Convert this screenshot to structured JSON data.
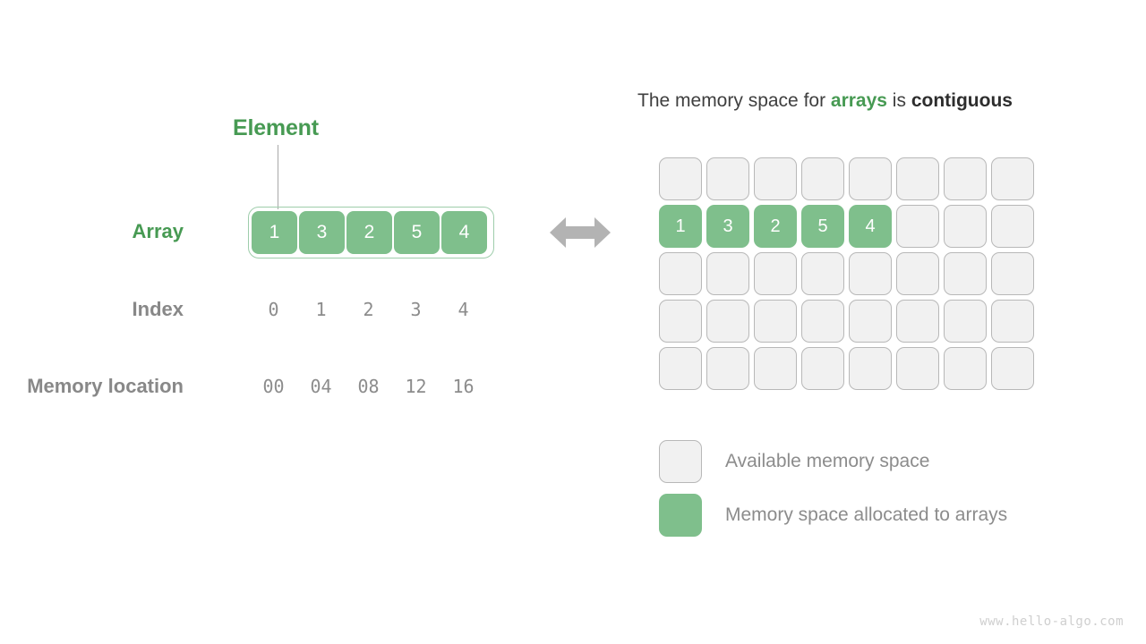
{
  "diagram": {
    "element_label": "Element",
    "left_panel": {
      "rows": [
        {
          "label": "Array",
          "name": "array-row"
        },
        {
          "label": "Index",
          "name": "index-row"
        },
        {
          "label": "Memory location",
          "name": "memory-row"
        }
      ],
      "array_values": [
        "1",
        "3",
        "2",
        "5",
        "4"
      ],
      "index_values": [
        "0",
        "1",
        "2",
        "3",
        "4"
      ],
      "memory_values": [
        "00",
        "04",
        "08",
        "12",
        "16"
      ]
    },
    "connector_arrow_icon": "double-headed-horizontal-arrow-icon",
    "right_panel": {
      "title_parts": [
        {
          "text": "The memory space for ",
          "style": "normal"
        },
        {
          "text": "arrays",
          "style": "bold-green"
        },
        {
          "text": " is ",
          "style": "normal"
        },
        {
          "text": "contiguous",
          "style": "bold-dark"
        }
      ],
      "title_plain": "The memory space for arrays is contiguous",
      "grid": {
        "columns": 8,
        "rows": 5,
        "filled_row_index": 1,
        "filled_values": [
          "1",
          "3",
          "2",
          "5",
          "4"
        ]
      },
      "legend": [
        {
          "swatch": "empty",
          "label": "Available memory space"
        },
        {
          "swatch": "full",
          "label": "Memory space allocated to arrays"
        }
      ]
    },
    "watermark": "www.hello-algo.com",
    "colors": {
      "green_fill": "#7fbf8c",
      "green_text": "#479a53",
      "gray_text": "#8c8c8c",
      "dark_text": "#2d2d2d",
      "cell_empty": "#f1f1f1",
      "cell_border": "#b8b8b8",
      "arrow": "#b3b3b3",
      "background": "#ffffff"
    }
  },
  "chart_data": {
    "type": "diagram",
    "title": "The memory space for arrays is contiguous",
    "array": {
      "values": [
        1,
        3,
        2,
        5,
        4
      ],
      "indices": [
        0,
        1,
        2,
        3,
        4
      ],
      "memory_locations": [
        "00",
        "04",
        "08",
        "12",
        "16"
      ]
    },
    "memory_grid": {
      "columns": 8,
      "rows": 5,
      "allocated_cells": [
        [
          1,
          0
        ],
        [
          1,
          1
        ],
        [
          1,
          2
        ],
        [
          1,
          3
        ],
        [
          1,
          4
        ]
      ],
      "allocated_values": [
        1,
        3,
        2,
        5,
        4
      ]
    }
  }
}
